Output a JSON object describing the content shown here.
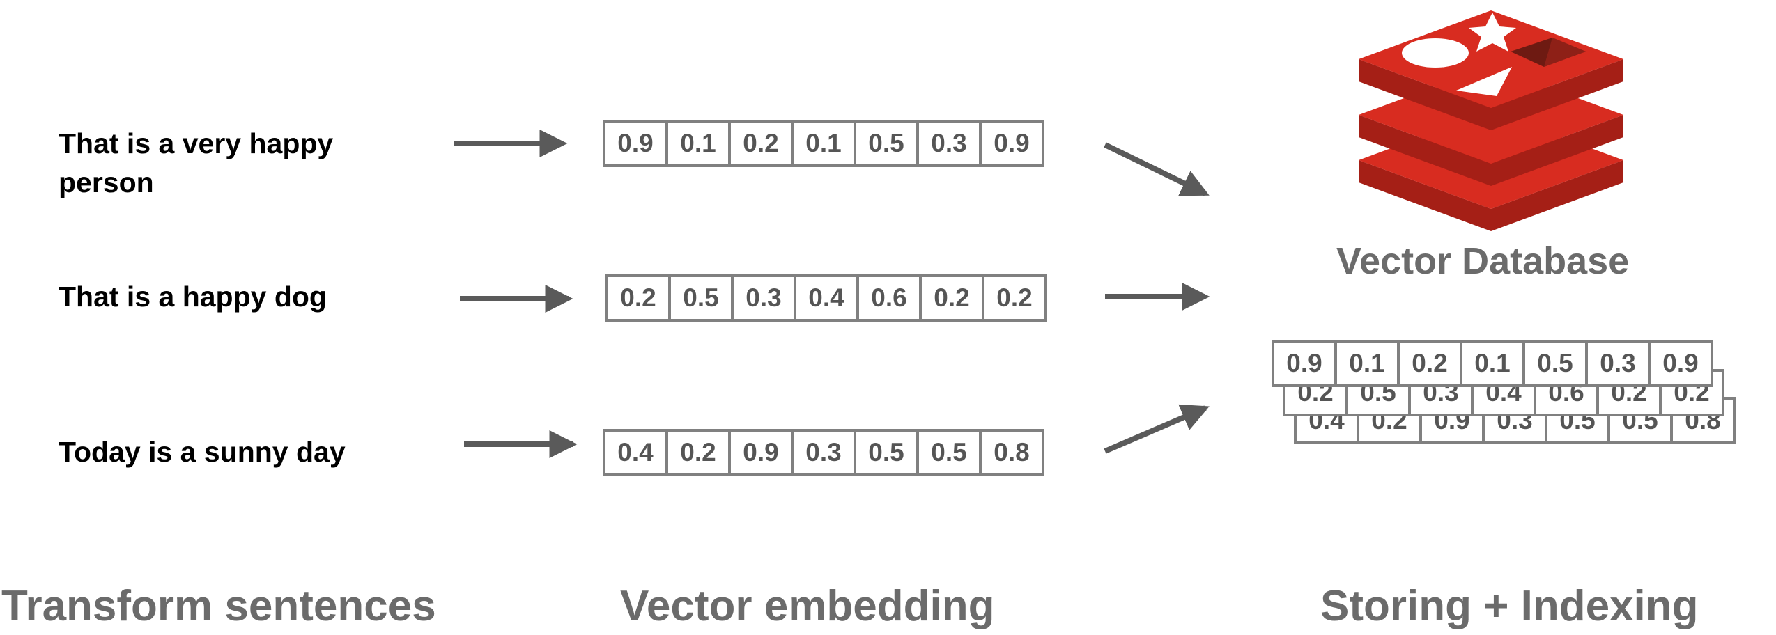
{
  "sentences": [
    {
      "line1": "That is a very happy",
      "line2": "person"
    },
    {
      "line1": "That is a happy dog",
      "line2": ""
    },
    {
      "line1": "Today is a sunny day",
      "line2": ""
    }
  ],
  "vectors": [
    [
      "0.9",
      "0.1",
      "0.2",
      "0.1",
      "0.5",
      "0.3",
      "0.9"
    ],
    [
      "0.2",
      "0.5",
      "0.3",
      "0.4",
      "0.6",
      "0.2",
      "0.2"
    ],
    [
      "0.4",
      "0.2",
      "0.9",
      "0.3",
      "0.5",
      "0.5",
      "0.8"
    ]
  ],
  "database": {
    "label": "Vector Database",
    "logo_color": "#d82c20",
    "logo_shadow_color": "#a51f16"
  },
  "headings": {
    "transform": "Transform sentences",
    "embedding": "Vector embedding",
    "storing": "Storing + Indexing"
  },
  "colors": {
    "arrow": "#5a5a5a",
    "cell_border": "#808080",
    "heading_text": "#6b6b6b"
  }
}
